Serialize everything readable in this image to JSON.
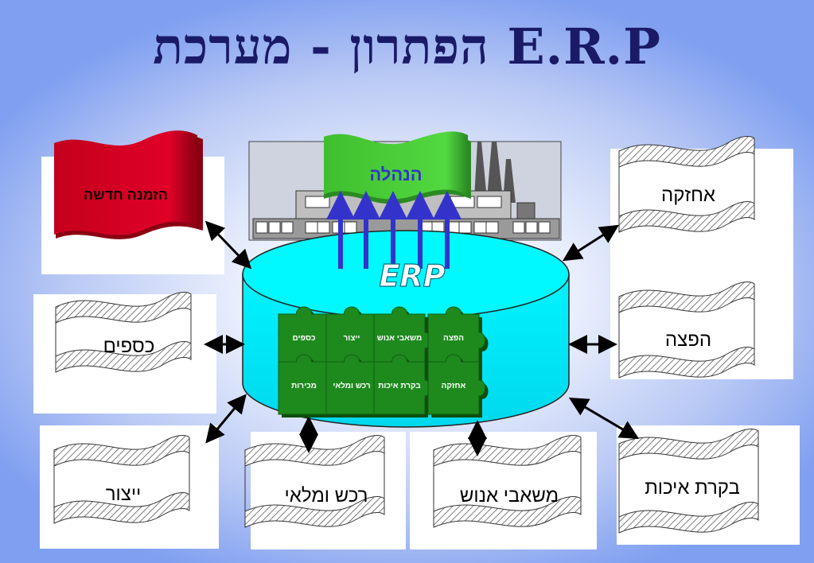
{
  "title": "הפתרון - מערכת E.R.P",
  "center": {
    "label": "ERP",
    "management": "הנהלה"
  },
  "modules": {
    "left": [
      "הזמנה חדשה",
      "כספים",
      "ייצור"
    ],
    "bottom": [
      "רכש ומלאי",
      "משאבי אנוש"
    ],
    "right": [
      "אחזקה",
      "הפצה",
      "בקרת איכות"
    ]
  },
  "puzzle": {
    "row1": [
      "כספים",
      "ייצור",
      "משאבי אנוש",
      "הפצה"
    ],
    "row2": [
      "מכירות",
      "רכש ומלאי",
      "בקרת איכות",
      "אחזקה"
    ]
  },
  "colors": {
    "title": "#1a1a66",
    "cylinder": "#00f0ff",
    "new_order": "#cc0022",
    "management": "#44cc33",
    "puzzle": "#1e8a1e",
    "arrows_up": "#3333cc"
  }
}
